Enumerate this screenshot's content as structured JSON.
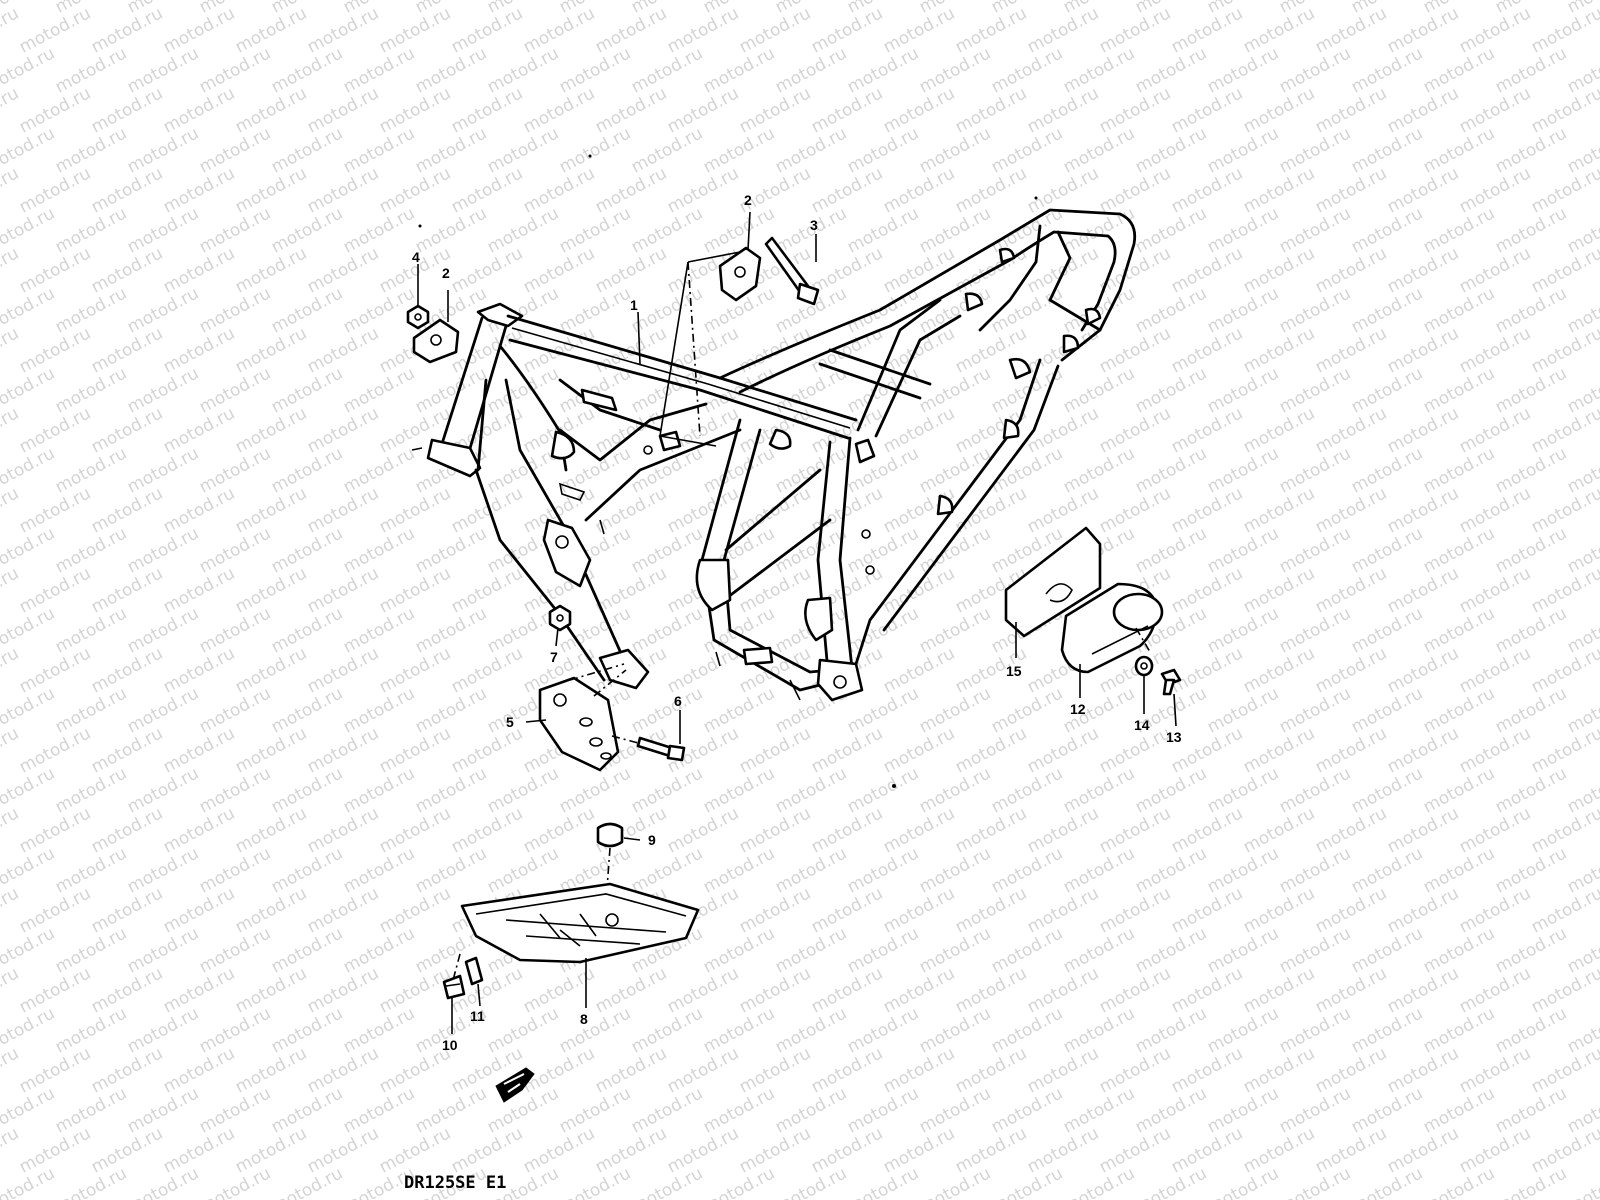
{
  "watermark": {
    "text": "motod.ru"
  },
  "diagram": {
    "caption": "DR125SE E1",
    "callouts": [
      {
        "id": "c1",
        "label": "1"
      },
      {
        "id": "c2a",
        "label": "2"
      },
      {
        "id": "c2b",
        "label": "2"
      },
      {
        "id": "c3",
        "label": "3"
      },
      {
        "id": "c4",
        "label": "4"
      },
      {
        "id": "c5",
        "label": "5"
      },
      {
        "id": "c6",
        "label": "6"
      },
      {
        "id": "c7",
        "label": "7"
      },
      {
        "id": "c8",
        "label": "8"
      },
      {
        "id": "c9",
        "label": "9"
      },
      {
        "id": "c10",
        "label": "10"
      },
      {
        "id": "c11",
        "label": "11"
      },
      {
        "id": "c12",
        "label": "12"
      },
      {
        "id": "c13",
        "label": "13"
      },
      {
        "id": "c14",
        "label": "14"
      },
      {
        "id": "c15",
        "label": "15"
      }
    ]
  }
}
